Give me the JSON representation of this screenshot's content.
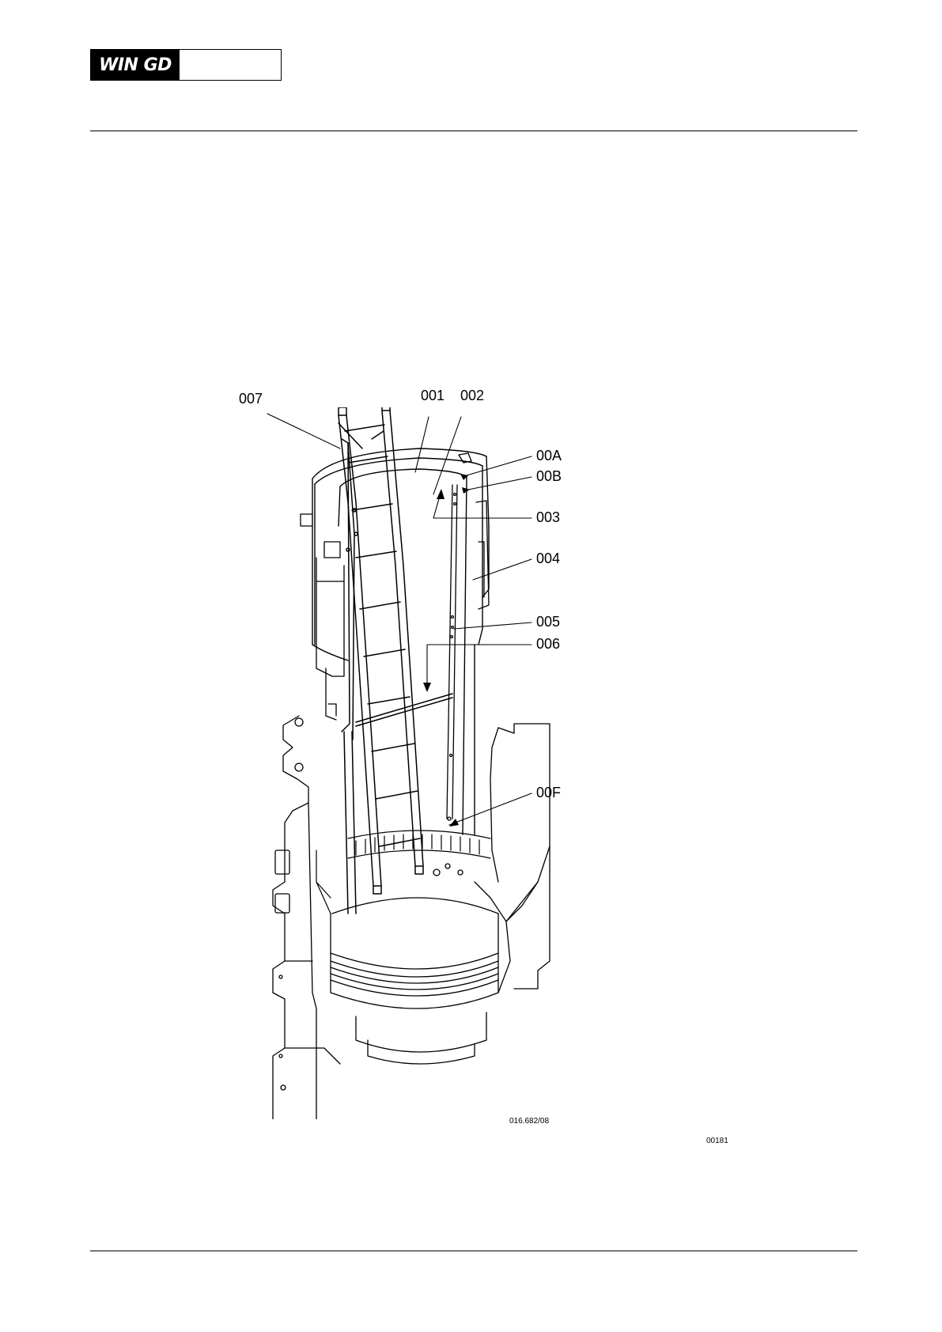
{
  "header": {
    "logo_text": "WIN GD"
  },
  "figure": {
    "callouts": {
      "c007": "007",
      "c001": "001",
      "c002": "002",
      "c00A": "00A",
      "c00B": "00B",
      "c003": "003",
      "c004": "004",
      "c005": "005",
      "c006": "006",
      "c00F": "00F"
    },
    "drawing_number": "016.682/08",
    "figure_id": "00181"
  }
}
